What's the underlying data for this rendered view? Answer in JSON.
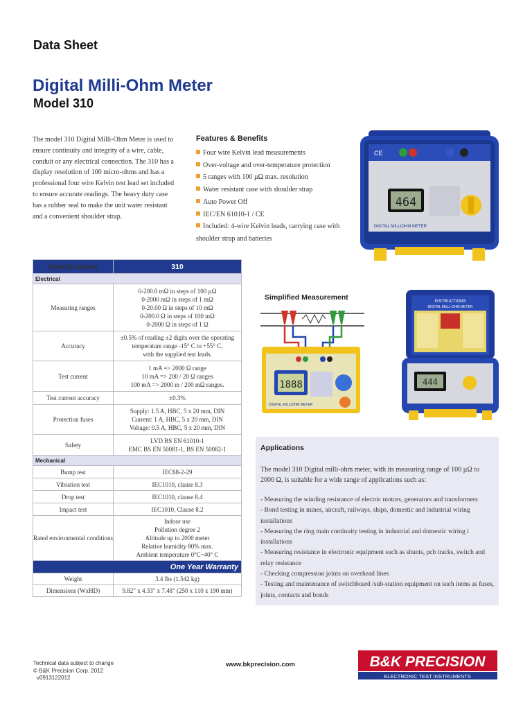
{
  "header": {
    "doc_type": "Data Sheet",
    "title": "Digital Milli-Ohm Meter",
    "model": "Model 310"
  },
  "intro": "The model 310 Digital Milli-Ohm Meter is used to ensure continuity and integrity of a wire, cable, conduit or any electrical connection. The 310 has a display resolution of 100 micro-ohms and has a professional four wire Kelvin test lead set included to ensure accurate readings. The heavy duty case has a rubber seal to make the unit water resistant and a convenient shoulder strap.",
  "features": {
    "title": "Features & Benefits",
    "items": [
      "Four wire Kelvin lead measurements",
      "Over-voltage and over-temperature protection",
      "5 ranges with 100 µΩ max. resolution",
      "Water resistant case with shoulder strap",
      "Auto Power Off",
      "IEC/EN 61010-1 / CE",
      "Included: 4-wire Kelvin leads, carrying case with shoulder strap and batteries"
    ]
  },
  "spec": {
    "col_label": "Specifications",
    "col_model": "310",
    "electrical_label": "Electrical",
    "mechanical_label": "Mechanical",
    "warranty": "One Year Warranty",
    "electrical": [
      {
        "label": "Measuring ranges",
        "value": [
          "0-200.0 mΩ in steps of 100 µΩ",
          "0-2000 mΩ in steps of 1 mΩ",
          "0-20.00 Ω in steps of 10 mΩ",
          "0-200.0 Ω in steps of 100 mΩ",
          "0-2000 Ω in steps of 1 Ω"
        ]
      },
      {
        "label": "Accuracy",
        "value": [
          "±0.5% of reading ±2 digits over the operating",
          "temperature range -15° C to +55° C,",
          "with the supplied test leads."
        ]
      },
      {
        "label": "Test current",
        "value": [
          "1 mA => 2000 Ω range",
          "10 mA => 200 / 20 Ω ranges",
          "100 mA => 2000 m / 200 mΩ ranges."
        ]
      },
      {
        "label": "Test current accuracy",
        "value": [
          "±0.3%"
        ]
      },
      {
        "label": "Protection fuses",
        "value": [
          "Supply: 1.5 A, HBC, 5 x 20 mm, DIN",
          "Current: 1 A, HBC, 5 x 20 mm, DIN",
          "Voltage: 0.5 A, HBC, 5 x 20 mm, DIN"
        ]
      },
      {
        "label": "Safety",
        "value": [
          "LVD BS EN 61010-1",
          "EMC BS EN 50081-1, BS EN 50082-1"
        ]
      }
    ],
    "mechanical": [
      {
        "label": "Bump test",
        "value": [
          "IEC68-2-29"
        ]
      },
      {
        "label": "Vibration test",
        "value": [
          "IEC1010, clause 8.3"
        ]
      },
      {
        "label": "Drop test",
        "value": [
          "IEC1010, clause 8.4"
        ]
      },
      {
        "label": "Impact test",
        "value": [
          "IEC1010, Clause 8.2"
        ]
      },
      {
        "label": "Rated environmental conditions",
        "value": [
          "Indoor use",
          "Pollution degree 2",
          "Altitude up to 2000 meter",
          "Relative humidity 80% max.",
          "Ambient temperature 0°C~40° C"
        ]
      }
    ],
    "general": [
      {
        "label": "Weight",
        "value": [
          "3.4 lbs (1.542 kg)"
        ]
      },
      {
        "label": "Dimensions (WxHD)",
        "value": [
          "9.82\" x 4.33\" x 7.48\" (250 x 110 x 190 mm)"
        ]
      }
    ]
  },
  "simplified": {
    "title": "Simplified Measurement",
    "display": "1888",
    "panel_label": "DIGITAL MILLIOHM METER"
  },
  "photos": {
    "top_display": "464",
    "top_panel_label": "DIGITAL MILLIOHM METER",
    "bottom_display": "444",
    "bottom_panel_title": "INSTRUCTIONS",
    "bottom_panel_sub": "DIGITAL MILLI-OHM METER"
  },
  "applications": {
    "title": "Applications",
    "intro": "The model 310 Digital milli-ohm meter, with its measuring range of 100 µΩ to 2000 Ω, is suitable for a wide range of applications such as:",
    "items": [
      "- Measuring the winding resistance of electric motors, generators and transformers",
      "- Bond testing in mines, aircraft, railways, ships, domestic and industrial wiring installations",
      "- Measuring the ring main continuity testing in industrial and domestic wiring i installations",
      "- Measuring resistance in electronic equipment such as shunts, pcb tracks, switch and relay resistance",
      "- Checking compression joints on overhead lines",
      "- Testing and maintenance of switchboard /sub-station equipment on such items as fuses, joints, contacts and bonds"
    ]
  },
  "footer": {
    "line1": "Technical data subject to change",
    "line2": "© B&K Precision Corp. 2012",
    "line3": "v0913122012",
    "url": "www.bkprecision.com",
    "logo_text": "B&K PRECISION",
    "logo_sub": "ELECTRONIC TEST INSTRUMENTS"
  },
  "colors": {
    "brand_blue": "#1f3a8f",
    "bullet_orange": "#f0a030",
    "panel_lavender": "#e8e9f3",
    "logo_red": "#c8102e"
  }
}
